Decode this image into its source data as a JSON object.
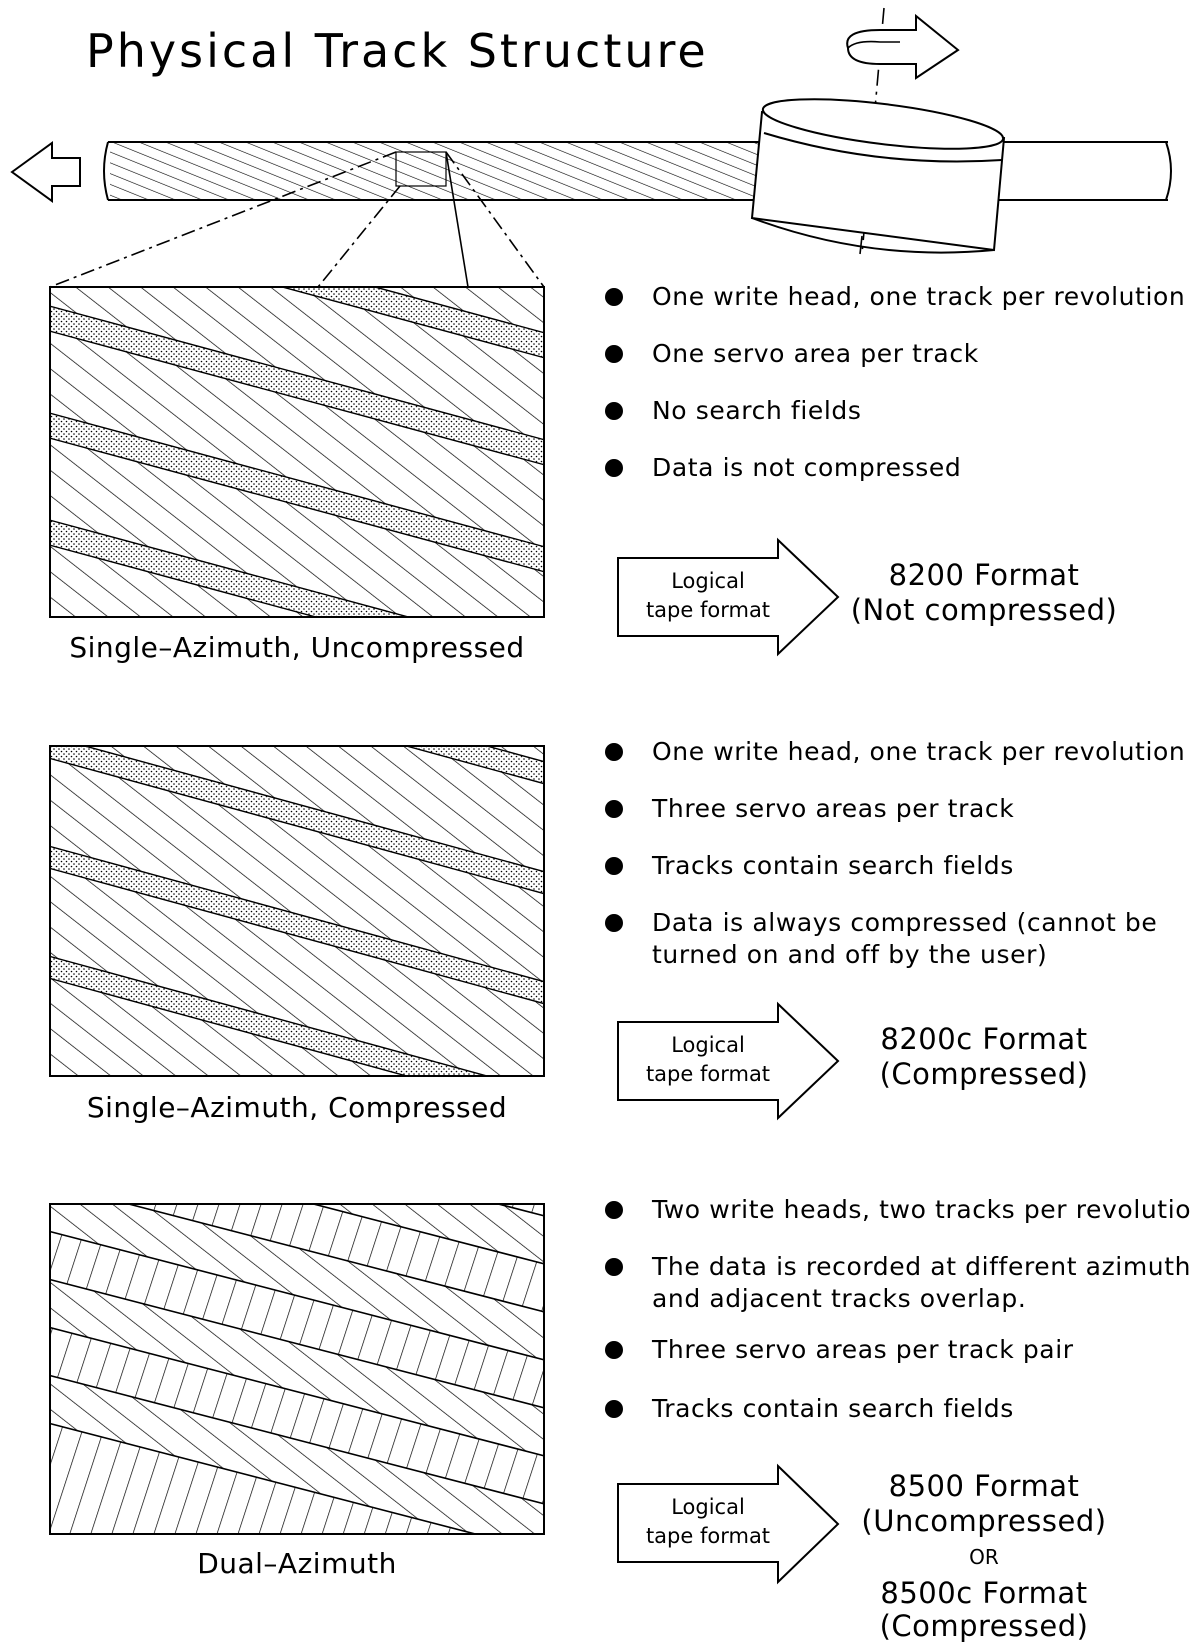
{
  "title": "Physical Track Structure",
  "sections": [
    {
      "caption": "Single–Azimuth, Uncompressed",
      "bullets": [
        [
          "One write head, one track per revolution"
        ],
        [
          "One servo area per track"
        ],
        [
          "No search fields"
        ],
        [
          "Data is not compressed"
        ]
      ],
      "logical": [
        "Logical",
        "tape format"
      ],
      "format": [
        "8200 Format",
        "(Not compressed)"
      ]
    },
    {
      "caption": "Single–Azimuth, Compressed",
      "bullets": [
        [
          "One write head, one track per revolution"
        ],
        [
          "Three servo areas per track"
        ],
        [
          "Tracks contain search fields"
        ],
        [
          "Data is always compressed (cannot be",
          "turned on and off by the user)"
        ]
      ],
      "logical": [
        "Logical",
        "tape format"
      ],
      "format": [
        "8200c Format",
        "(Compressed)"
      ]
    },
    {
      "caption": "Dual–Azimuth",
      "bullets": [
        [
          "Two write heads, two tracks per revolution"
        ],
        [
          "The data is recorded at different azimuths",
          "and adjacent tracks overlap."
        ],
        [
          "Three servo areas per track pair"
        ],
        [
          "Tracks contain search fields"
        ]
      ],
      "logical": [
        "Logical",
        "tape format"
      ],
      "format": [
        "8500 Format",
        "(Uncompressed)",
        "OR",
        "8500c Format",
        "(Compressed)"
      ]
    }
  ]
}
